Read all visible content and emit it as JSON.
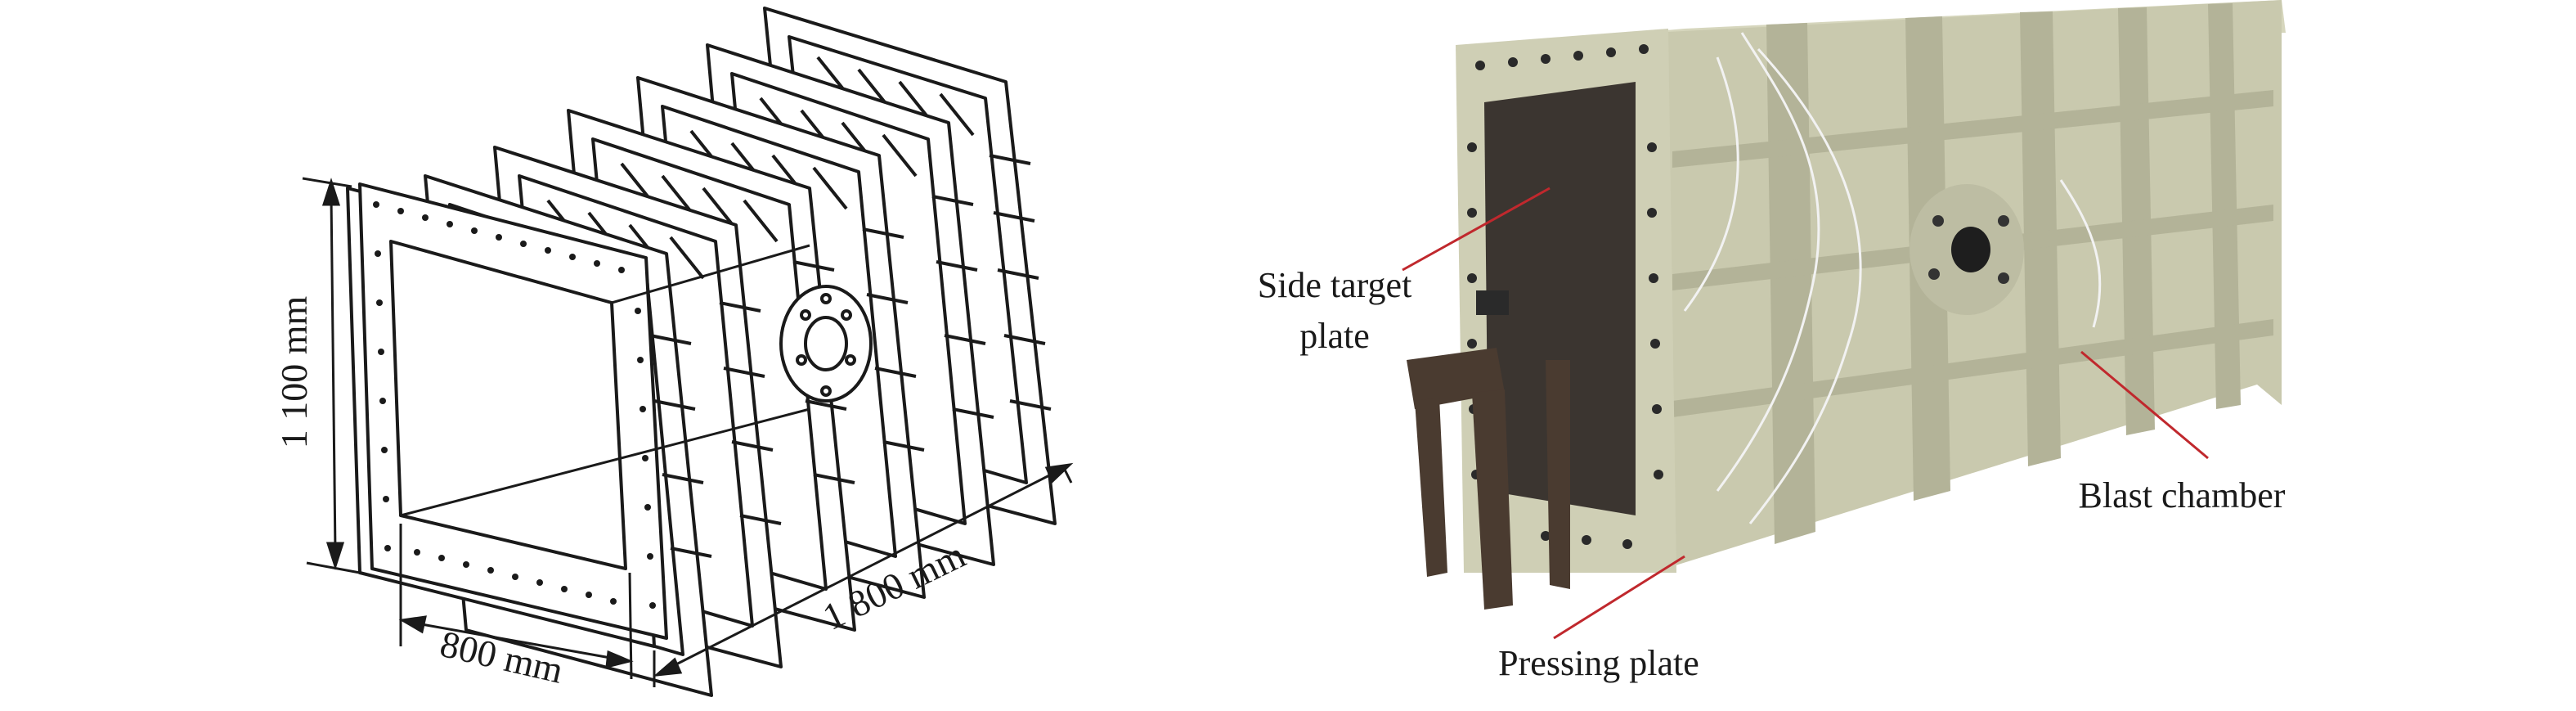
{
  "left_panel": {
    "dimensions": {
      "height": "1 100 mm",
      "width": "800 mm",
      "length": "1 800 mm"
    }
  },
  "right_panel": {
    "labels": {
      "side_target_line1": "Side target",
      "side_target_line2": "plate",
      "blast_chamber": "Blast chamber",
      "pressing_plate": "Pressing plate"
    }
  },
  "colors": {
    "line": "#1a1a1a",
    "leader": "#c0282d",
    "chamber_body": "#c9c9ae",
    "target_plate": "#3b3530"
  }
}
